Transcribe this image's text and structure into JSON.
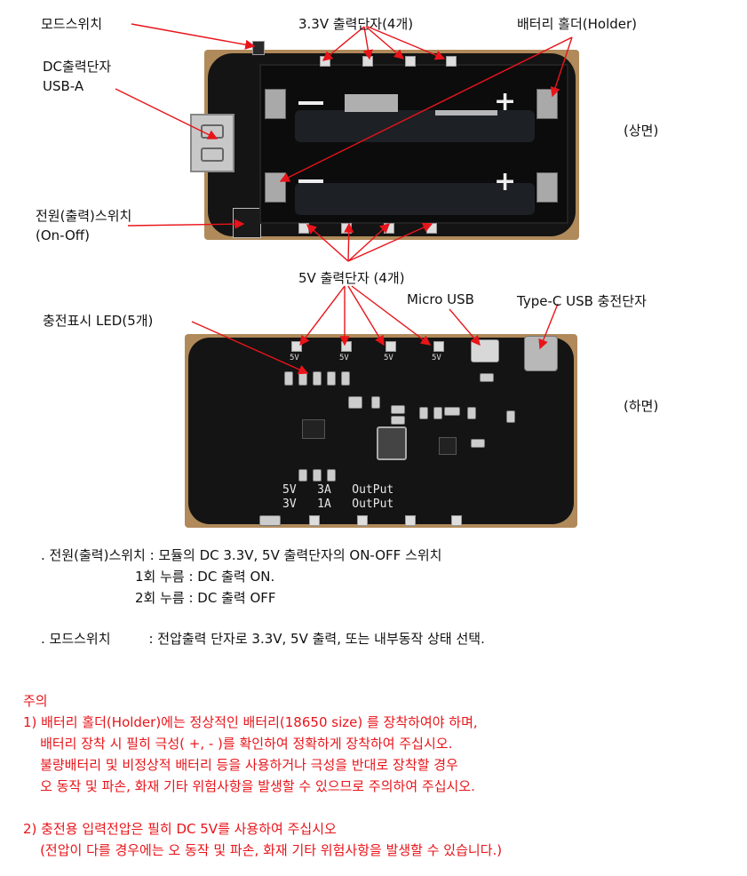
{
  "top_view": {
    "labels": {
      "mode_switch": "모드스위치",
      "out33_terminals": "3.3V  출력단자(4개)",
      "battery_holder": "배터리  홀더(Holder)",
      "dc_output_line1": "DC출력단자",
      "dc_output_line2": "USB-A",
      "view_name": "(상면)",
      "power_switch_line1": "전원(출력)스위치",
      "power_switch_line2": "(On-Off)",
      "out5v_terminals": "5V  출력단자 (4개)"
    },
    "terminal_marks": [
      "+",
      "-"
    ]
  },
  "bottom_view": {
    "labels": {
      "charge_led": "충전표시  LED(5개)",
      "micro_usb": "Micro USB",
      "type_c": "Type-C USB  충전단자",
      "view_name": "(하면)"
    },
    "silkscreen": {
      "top_terminal_label": "5V",
      "bottom_terminal_label": "3V",
      "line1": "5V   3A   OutPut",
      "line2": "3V   1A   OutPut"
    }
  },
  "description": {
    "power_switch": ". 전원(출력)스위치 : 모듈의 DC 3.3V, 5V 출력단자의 ON-OFF 스위치",
    "press1": "1회 누름 : DC 출력 ON.",
    "press2": "2회 누름 : DC 출력 OFF",
    "mode_switch": ". 모드스위치         : 전압출력 단자로 3.3V, 5V 출력, 또는 내부동작 상태 선택."
  },
  "caution": {
    "title": "주의",
    "item1_line1": "1) 배터리 홀더(Holder)에는 정상적인 배터리(18650 size) 를 장착하여야 하며,",
    "item1_line2": "    배터리 장착 시 필히 극성( +, - )를 확인하여 정확하게 장착하여 주십시오.",
    "item1_line3": "    불량배터리 및 비정상적 배터리 등을 사용하거나 극성을 반대로 장착할 경우",
    "item1_line4": "    오 동작 및 파손, 화재 기타 위험사항을 발생할 수 있으므로 주의하여 주십시오.",
    "item2_line1": "2) 충전용 입력전압은 필히 DC 5V를 사용하여 주십시오",
    "item2_line2": "    (전압이 다를 경우에는 오 동작 및 파손, 화재 기타 위험사항을 발생할 수 있습니다.)"
  },
  "colors": {
    "arrow": "#e8141a",
    "caution_text": "#e8141a",
    "pcb": "#141414",
    "wood": "#b08a5a"
  }
}
